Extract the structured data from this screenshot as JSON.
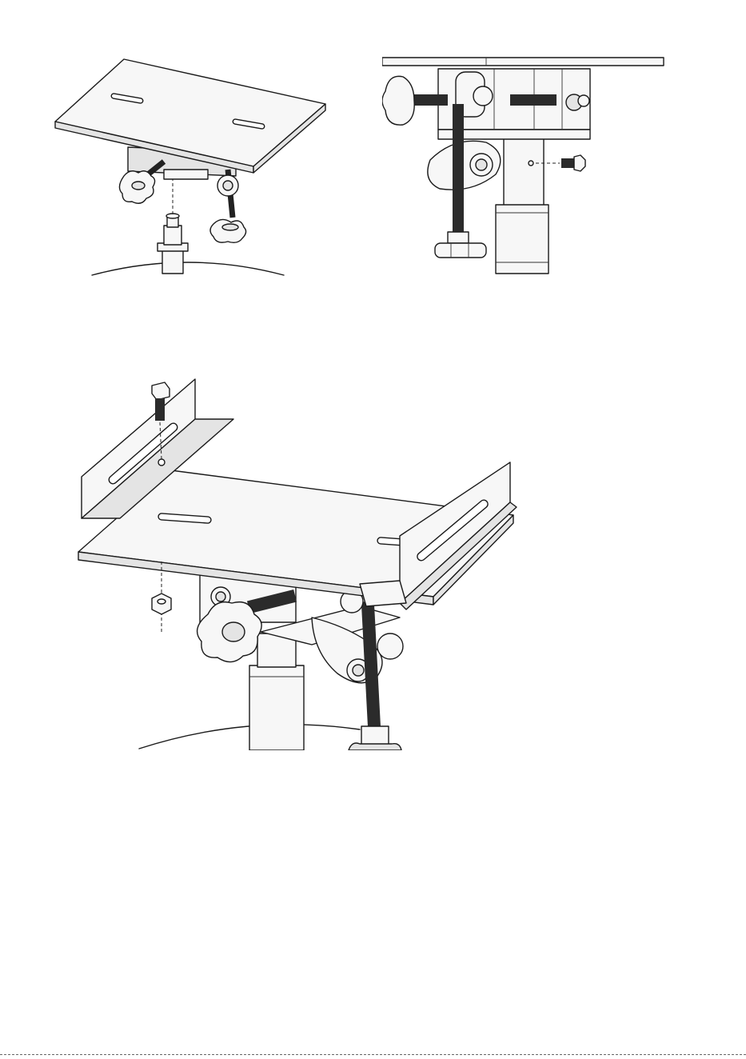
{
  "colors": {
    "line": "#1a1a1a",
    "metal": "#f7f7f7",
    "shade": "#e4e4e4",
    "thread": "#2b2b2b",
    "background": "#ffffff"
  },
  "figures": [
    {
      "id": "plate-pin-mount"
    },
    {
      "id": "side-bolt-detail"
    },
    {
      "id": "brackets-bolt-nut"
    }
  ]
}
